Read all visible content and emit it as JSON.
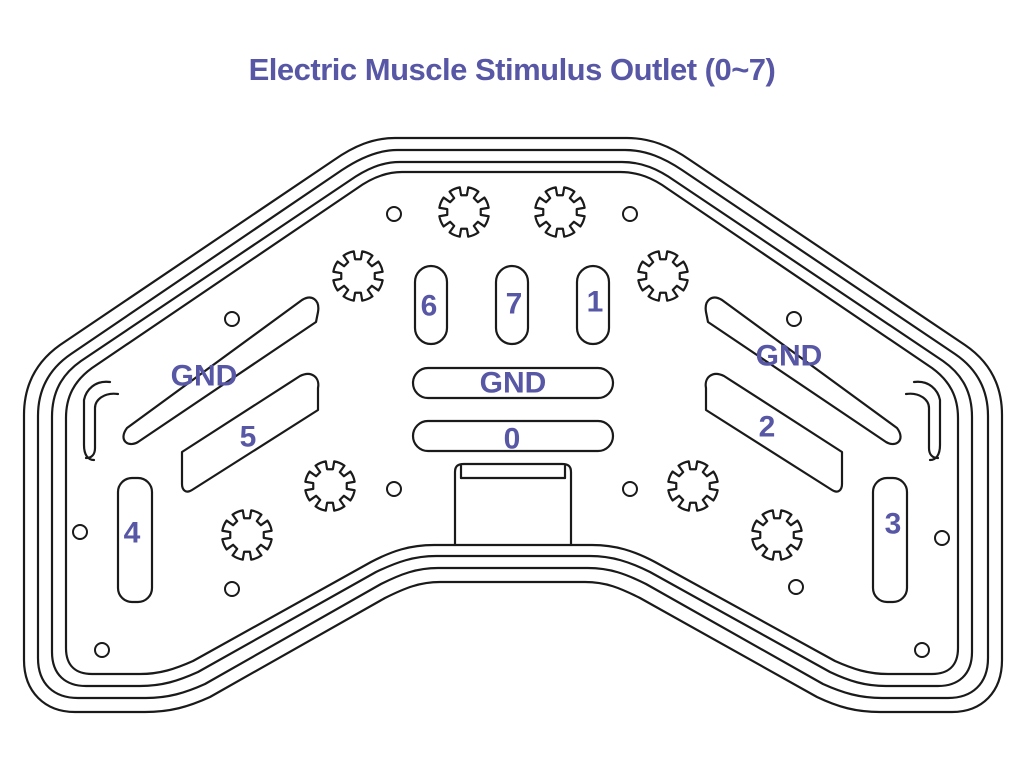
{
  "title": "Electric Muscle Stimulus Outlet (0~7)",
  "colors": {
    "label": "#5757a6",
    "line": "#1a1a1a",
    "background": "#ffffff"
  },
  "labels": {
    "outlet_0": "0",
    "outlet_1": "1",
    "outlet_2": "2",
    "outlet_3": "3",
    "outlet_4": "4",
    "outlet_5": "5",
    "outlet_6": "6",
    "outlet_7": "7",
    "gnd_center": "GND",
    "gnd_left": "GND",
    "gnd_right": "GND"
  }
}
